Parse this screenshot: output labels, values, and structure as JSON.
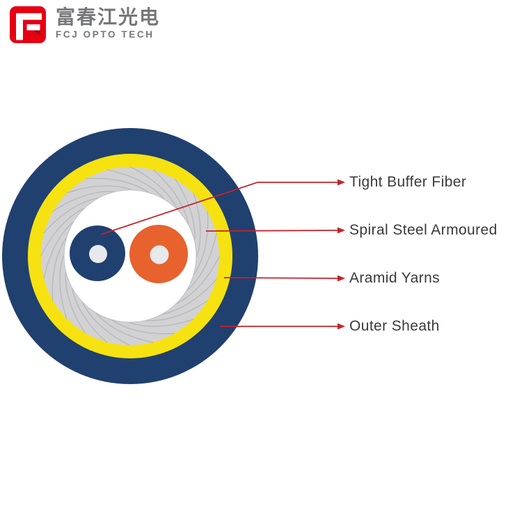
{
  "page": {
    "type": "product-diagram",
    "background": "#ffffff"
  },
  "logo": {
    "icon_name": "fcj-logo-mark",
    "icon_color": "#e60012",
    "icon_fold_color": "#9c0d17",
    "company_name_zh": "富春江光电",
    "company_name_en": "FCJ OPTO TECH",
    "text_color": "#76777a"
  },
  "diagram": {
    "title": "fiber-optic-cable-cross-section",
    "layers": [
      {
        "name": "Outer Sheath",
        "color": "#20406f"
      },
      {
        "name": "Aramid Yarns",
        "color": "#f6e211"
      },
      {
        "name": "Spiral Steel Armoured",
        "color": "#d2d2d4"
      },
      {
        "name": "Inner Tube",
        "color": "#ffffff"
      },
      {
        "name": "Tight Buffer Fiber Blue",
        "color": "#20406f"
      },
      {
        "name": "Tight Buffer Fiber Orange",
        "color": "#e7622c"
      },
      {
        "name": "Fiber Core",
        "color": "#e8e9ec"
      }
    ],
    "armour_texture_color": "#b6b7b9",
    "armour_edge_color": "#bfc0c2",
    "annotation_color": "#c4232b",
    "label_text_color": "#3a3a3c",
    "annotations": [
      {
        "label": "Tight Buffer Fiber"
      },
      {
        "label": "Spiral Steel Armoured"
      },
      {
        "label": "Aramid Yarns"
      },
      {
        "label": "Outer Sheath"
      }
    ]
  }
}
